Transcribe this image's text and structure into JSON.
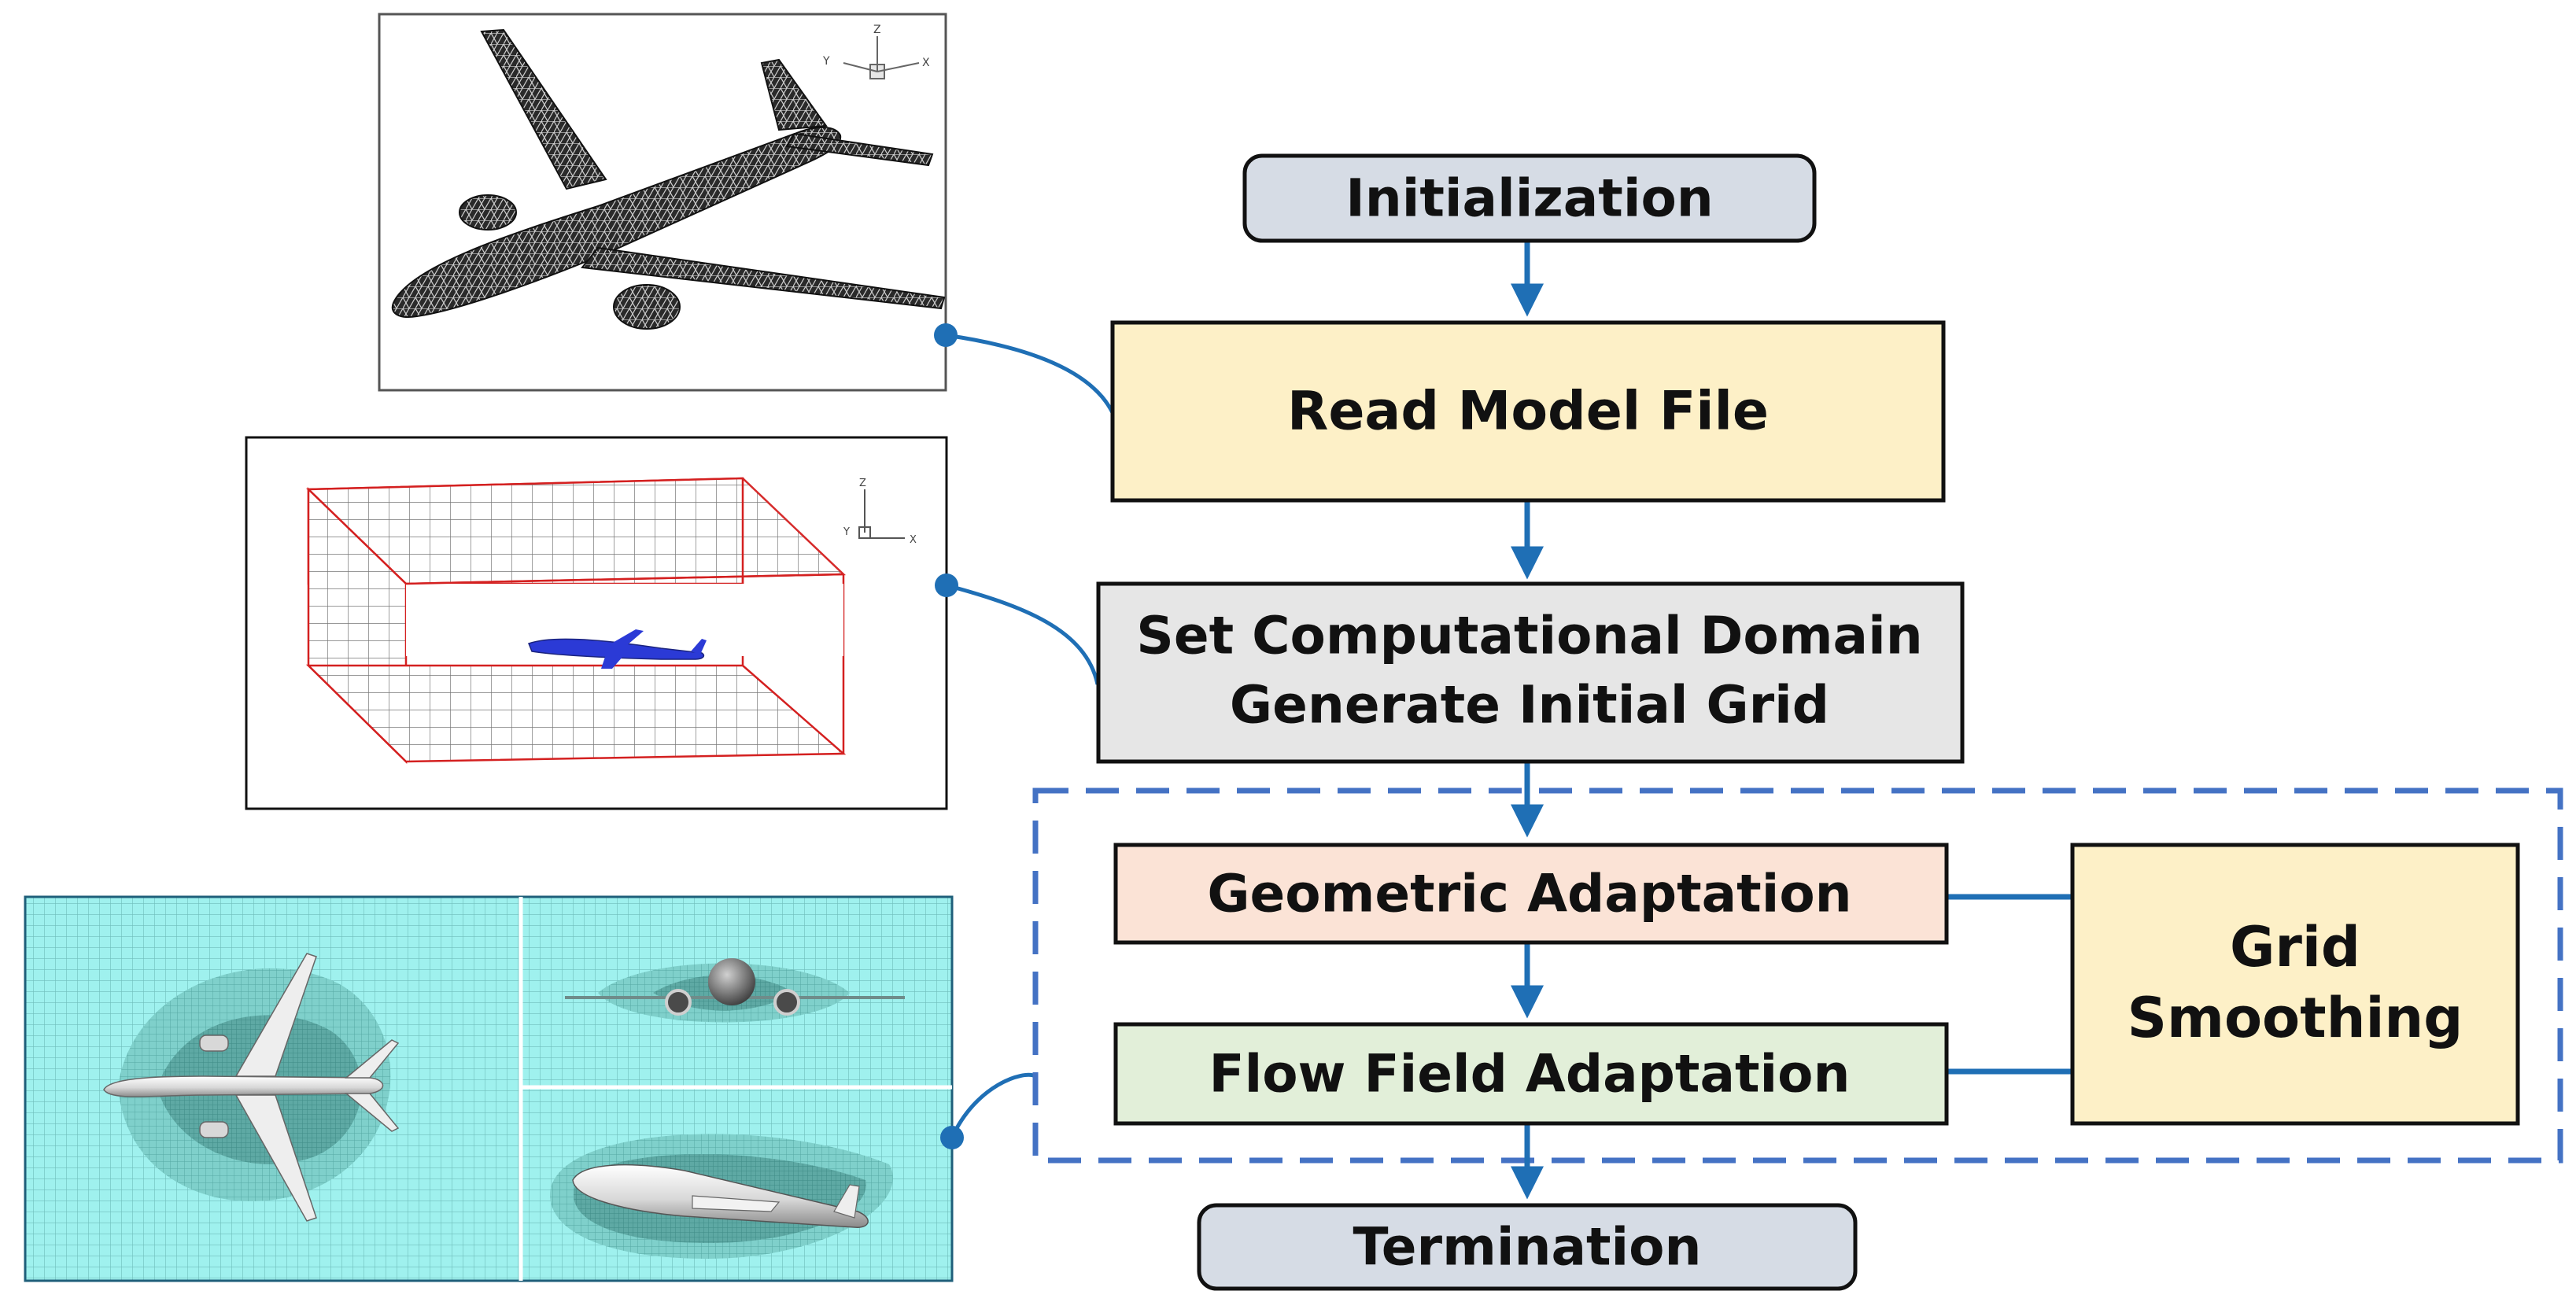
{
  "flowchart": {
    "steps": [
      {
        "id": "init",
        "label": "Initialization"
      },
      {
        "id": "read",
        "label": "Read Model File"
      },
      {
        "id": "domain",
        "line1": "Set Computational Domain",
        "line2": "Generate Initial Grid"
      },
      {
        "id": "geom",
        "label": "Geometric Adaptation"
      },
      {
        "id": "flow",
        "label": "Flow Field Adaptation"
      },
      {
        "id": "term",
        "label": "Termination"
      }
    ],
    "side_box": {
      "line1": "Grid",
      "line2": "Smoothing"
    },
    "adaptation_loop": {
      "style": "dashed"
    }
  },
  "illustrations": {
    "aircraft_surface_mesh": {
      "axes": [
        "Z",
        "Y",
        "X"
      ]
    },
    "computational_domain": {
      "axes": [
        "Z",
        "Y",
        "X"
      ]
    },
    "adapted_grid_views": {
      "views": [
        "top",
        "front",
        "side"
      ]
    }
  },
  "colors": {
    "arrow": "#1f6fb5",
    "dashed_frame": "#4472c4",
    "terminal_fill": "#d6dce5",
    "read_fill": "#fdf0c7",
    "domain_fill": "#e6e6e6",
    "geom_fill": "#fbe3d6",
    "flow_fill": "#e2efd9",
    "smoothing_fill": "#fdf0c7",
    "grid_bg": "#9ff1ee"
  }
}
